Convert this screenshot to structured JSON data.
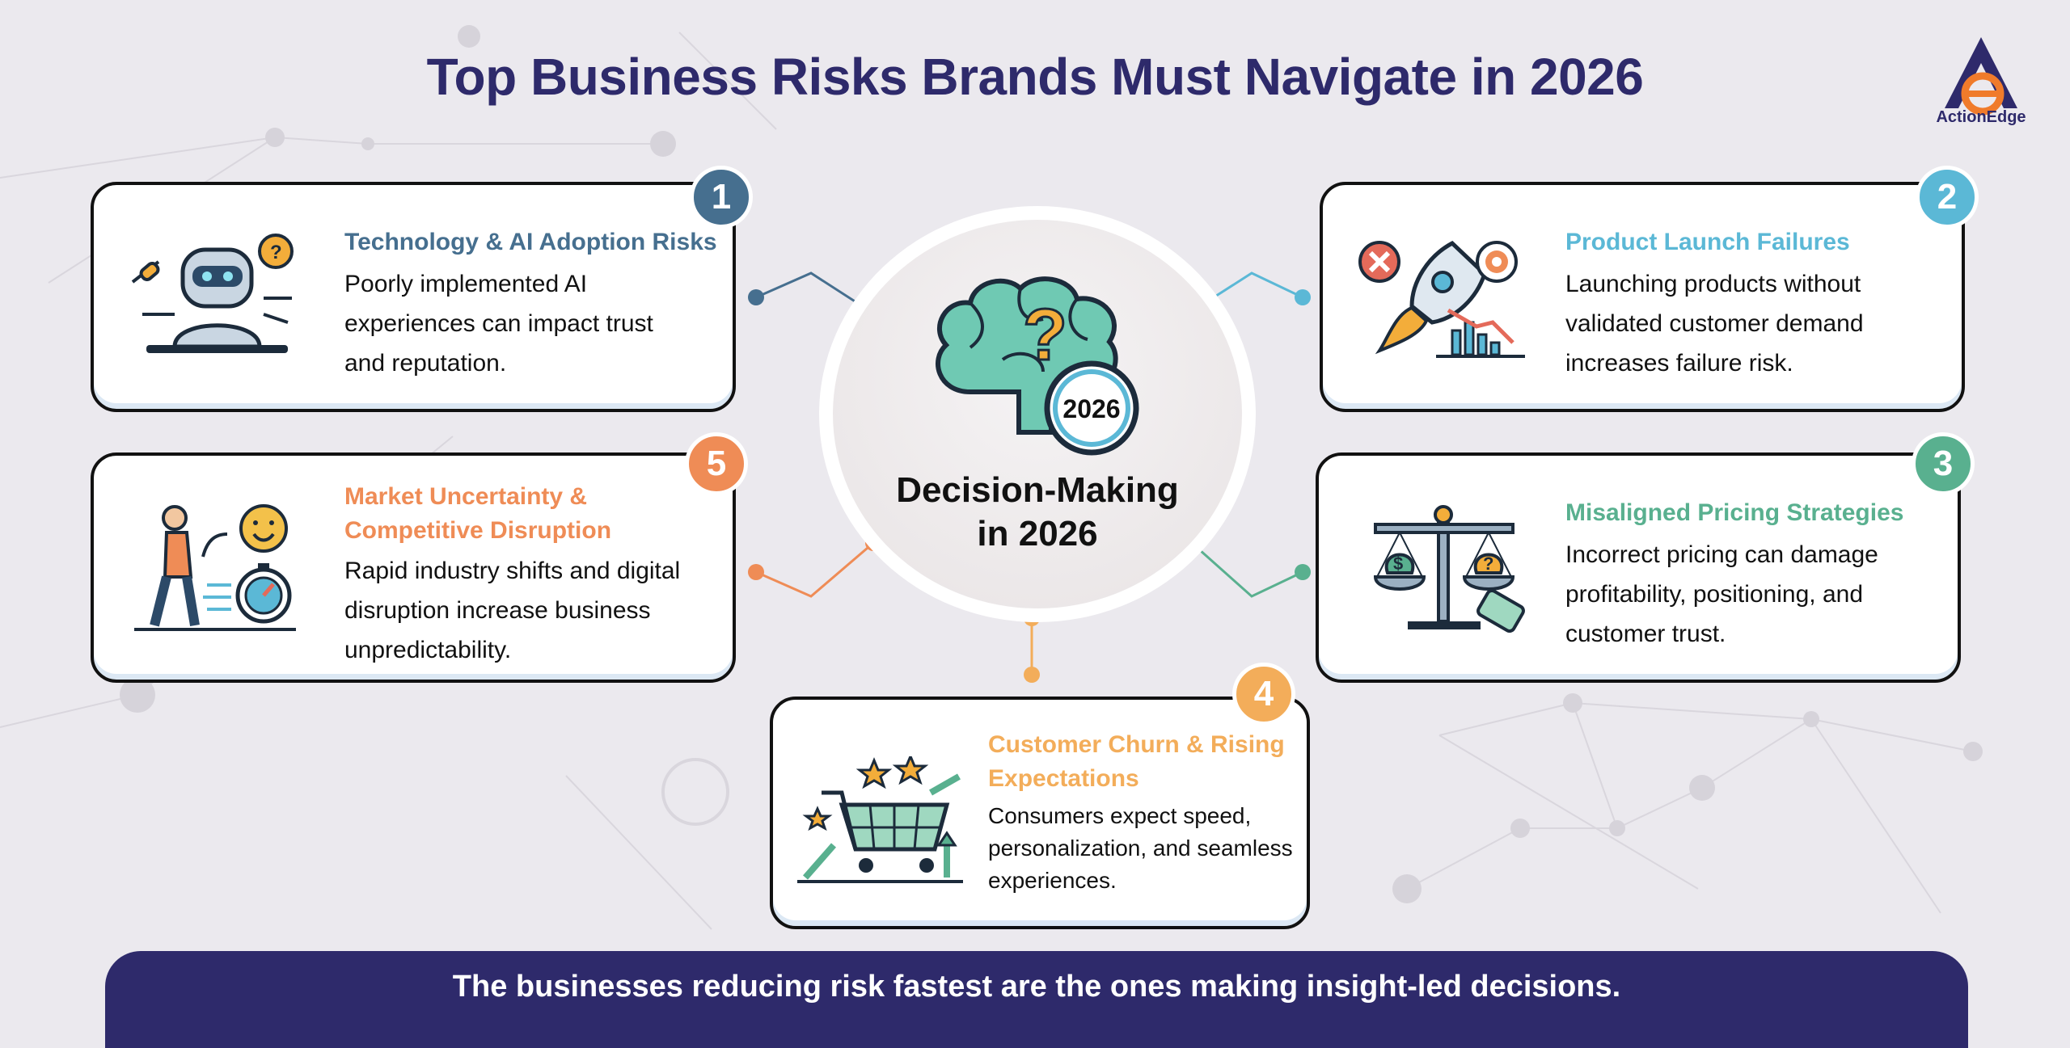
{
  "title": "Top Business Risks Brands Must Navigate in 2026",
  "logo": {
    "name": "ActionEdge",
    "icon": "actionedge-logo"
  },
  "hub": {
    "label_line1": "Decision-Making",
    "label_line2": "in 2026",
    "icon": "brain-clock-icon",
    "clock_text": "2026"
  },
  "risks": [
    {
      "number": "1",
      "title": "Technology & AI Adoption Risks",
      "description": [
        "Poorly implemented AI",
        "experiences can impact trust",
        "and reputation."
      ],
      "color": "#466f8f",
      "icon": "robot-icon"
    },
    {
      "number": "2",
      "title": "Product Launch Failures",
      "description": [
        "Launching products without",
        "validated customer demand",
        "increases failure risk."
      ],
      "color": "#5bb8d6",
      "icon": "rocket-icon"
    },
    {
      "number": "3",
      "title": "Misaligned Pricing Strategies",
      "description": [
        "Incorrect pricing can damage",
        "profitability, positioning, and",
        "customer trust."
      ],
      "color": "#59b08f",
      "icon": "scale-icon"
    },
    {
      "number": "4",
      "title_lines": [
        "Customer Churn & Rising",
        "Expectations"
      ],
      "description": [
        "Consumers expect speed,",
        "personalization, and seamless",
        "experiences."
      ],
      "color": "#f3ad5a",
      "icon": "shopping-cart-icon"
    },
    {
      "number": "5",
      "title_lines": [
        "Market Uncertainty &",
        "Competitive Disruption"
      ],
      "description": [
        "Rapid industry shifts and digital",
        "disruption increase business",
        "unpredictability."
      ],
      "color": "#ef8c56",
      "icon": "person-stopwatch-icon"
    }
  ],
  "banner": "The businesses reducing risk fastest are the ones making insight-led decisions."
}
